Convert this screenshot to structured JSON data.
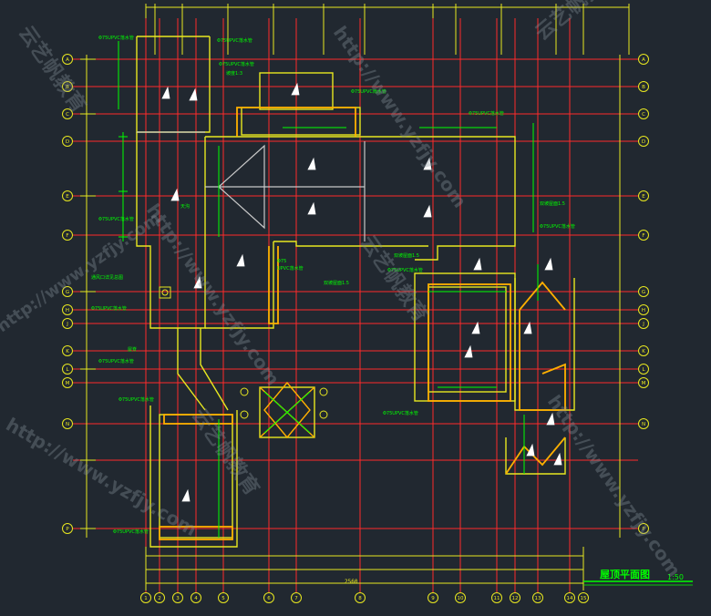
{
  "drawing": {
    "title": "屋顶平面图",
    "scale": "1:50",
    "overall_dimension": "2560",
    "colors": {
      "background": "#212830",
      "axis": "#ff2a2a",
      "wall": "#e8e820",
      "outline": "#ffb000",
      "text": "#00ff00",
      "ridge": "#c8c8c8"
    }
  },
  "annotations": {
    "drain_pipe": "Φ75UPVC落水管",
    "drain_pipe_short": "Φ75UPVC雨水管",
    "roof_slope": "坡度1:3",
    "cover_label": "双坡屋面1.5",
    "vent_label": "通风口详见总图",
    "phi75": "Φ75",
    "upvc": "UPVC落水管",
    "ridge_mark": "屋脊",
    "gutter": "天沟"
  },
  "axes": {
    "bottom": [
      "1",
      "2",
      "3",
      "4",
      "5",
      "6",
      "7",
      "8",
      "9",
      "10",
      "11",
      "12",
      "13",
      "14",
      "15"
    ],
    "left": [
      "A",
      "B",
      "C",
      "D",
      "E",
      "F",
      "G",
      "H",
      "J",
      "K",
      "L",
      "M",
      "N",
      "P"
    ]
  },
  "watermark": {
    "text_cn": "云艺帆教育",
    "text_url": "http://www.yzfjy.com"
  }
}
